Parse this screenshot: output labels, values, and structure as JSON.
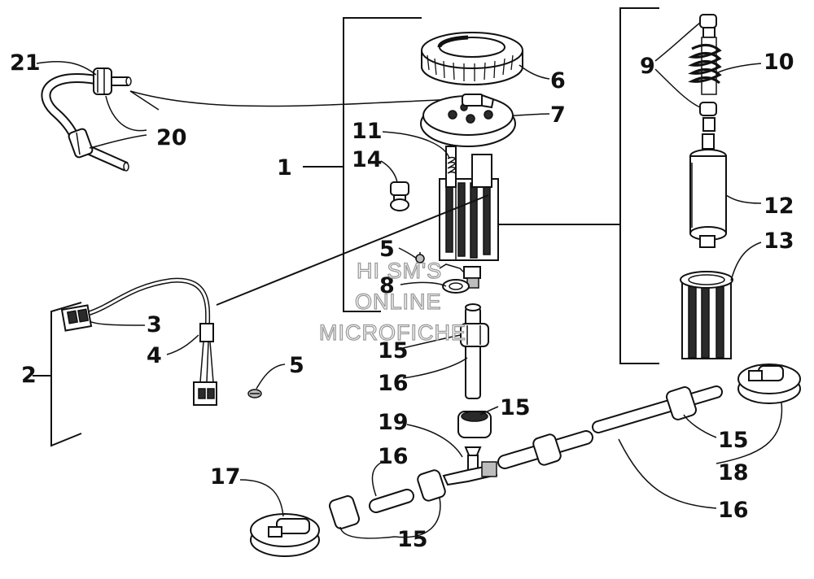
{
  "watermark": {
    "line1": "HI SM'S",
    "line2": "ONLINE",
    "line3": "MICROFICHE"
  },
  "callouts": {
    "c1": "1",
    "c2": "2",
    "c3": "3",
    "c4": "4",
    "c5a": "5",
    "c5b": "5",
    "c6": "6",
    "c7": "7",
    "c8": "8",
    "c9": "9",
    "c10": "10",
    "c11": "11",
    "c12": "12",
    "c13": "13",
    "c14": "14",
    "c15a": "15",
    "c15b": "15",
    "c15c": "15",
    "c15d": "15",
    "c16a": "16",
    "c16b": "16",
    "c16c": "16",
    "c17": "17",
    "c18": "18",
    "c19": "19",
    "c20": "20",
    "c21": "21"
  }
}
